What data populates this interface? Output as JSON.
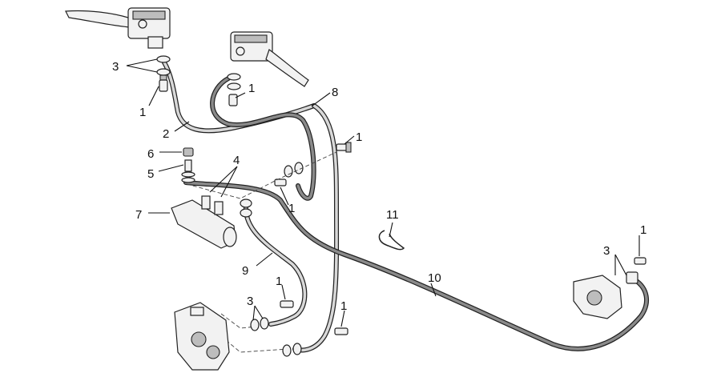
{
  "callouts": [
    {
      "id": "c3a",
      "text": "3"
    },
    {
      "id": "c1a",
      "text": "1"
    },
    {
      "id": "c1b",
      "text": "1"
    },
    {
      "id": "c8",
      "text": "8"
    },
    {
      "id": "c2",
      "text": "2"
    },
    {
      "id": "c6",
      "text": "6"
    },
    {
      "id": "c1c",
      "text": "1"
    },
    {
      "id": "c4",
      "text": "4"
    },
    {
      "id": "c5",
      "text": "5"
    },
    {
      "id": "c7",
      "text": "7"
    },
    {
      "id": "c1d",
      "text": "1"
    },
    {
      "id": "c11",
      "text": "11"
    },
    {
      "id": "c1e",
      "text": "1"
    },
    {
      "id": "c3b",
      "text": "3"
    },
    {
      "id": "c9",
      "text": "9"
    },
    {
      "id": "c10",
      "text": "10"
    },
    {
      "id": "c1f",
      "text": "1"
    },
    {
      "id": "c3c",
      "text": "3"
    },
    {
      "id": "c1g",
      "text": "1"
    }
  ],
  "colors": {
    "line": "#222222",
    "hose_fill_light": "#cfcfcf",
    "hose_fill_dark": "#8a8a8a",
    "background": "#ffffff"
  }
}
